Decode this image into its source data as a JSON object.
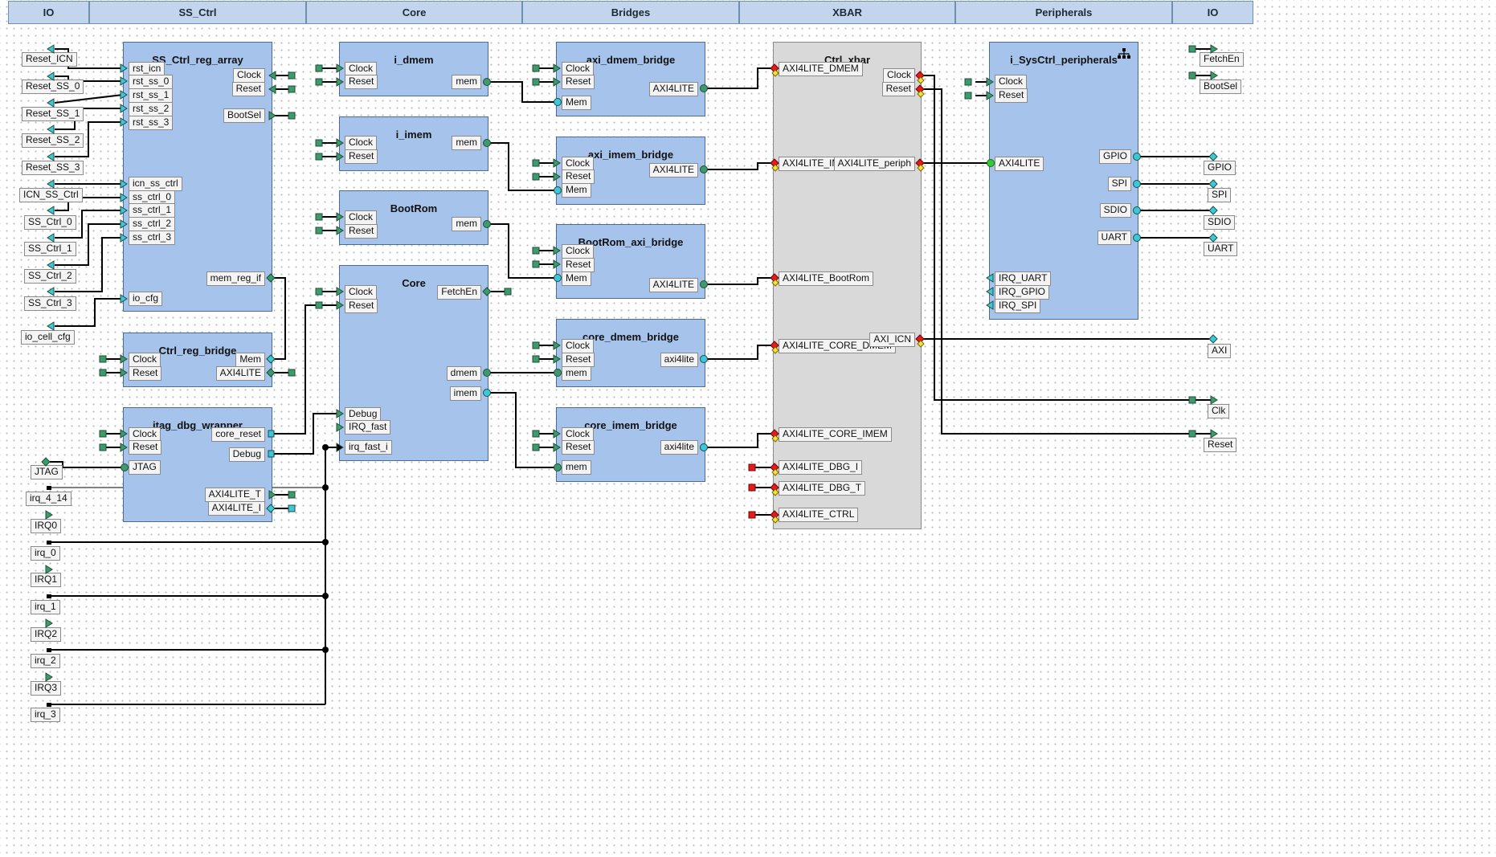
{
  "header": {
    "columns": [
      "IO",
      "SS_Ctrl",
      "Core",
      "Bridges",
      "XBAR",
      "Peripherals",
      "IO"
    ]
  },
  "blocks": {
    "ss_ctrl_reg_array": {
      "title": "SS_Ctrl_reg_array",
      "ports": [
        "rst_icn",
        "rst_ss_0",
        "rst_ss_1",
        "rst_ss_2",
        "rst_ss_3",
        "icn_ss_ctrl",
        "ss_ctrl_0",
        "ss_ctrl_1",
        "ss_ctrl_2",
        "ss_ctrl_3",
        "io_cfg",
        "Clock",
        "Reset",
        "BootSel",
        "mem_reg_if"
      ]
    },
    "ctrl_reg_bridge": {
      "title": "Ctrl_reg_bridge",
      "ports": [
        "Clock",
        "Reset",
        "Mem",
        "AXI4LITE"
      ]
    },
    "jtag_dbg_wrapper": {
      "title": "jtag_dbg_wrapper",
      "ports": [
        "Clock",
        "Reset",
        "JTAG",
        "core_reset",
        "Debug",
        "AXI4LITE_T",
        "AXI4LITE_I"
      ]
    },
    "i_dmem": {
      "title": "i_dmem",
      "ports": [
        "Clock",
        "Reset",
        "mem"
      ]
    },
    "i_imem": {
      "title": "i_imem",
      "ports": [
        "Clock",
        "Reset",
        "mem"
      ]
    },
    "bootrom": {
      "title": "BootRom",
      "ports": [
        "Clock",
        "Reset",
        "mem"
      ]
    },
    "core": {
      "title": "Core",
      "ports": [
        "Clock",
        "Reset",
        "Debug",
        "IRQ_fast",
        "irq_fast_i",
        "FetchEn",
        "dmem",
        "imem"
      ]
    },
    "axi_dmem_bridge": {
      "title": "axi_dmem_bridge",
      "ports": [
        "Clock",
        "Reset",
        "Mem",
        "AXI4LITE"
      ]
    },
    "axi_imem_bridge": {
      "title": "axi_imem_bridge",
      "ports": [
        "Clock",
        "Reset",
        "Mem",
        "AXI4LITE"
      ]
    },
    "bootrom_axi_bridge": {
      "title": "BootRom_axi_bridge",
      "ports": [
        "Clock",
        "Reset",
        "Mem",
        "AXI4LITE"
      ]
    },
    "core_dmem_bridge": {
      "title": "core_dmem_bridge",
      "ports": [
        "Clock",
        "Reset",
        "mem",
        "axi4lite"
      ]
    },
    "core_imem_bridge": {
      "title": "core_imem_bridge",
      "ports": [
        "Clock",
        "Reset",
        "mem",
        "axi4lite"
      ]
    },
    "ctrl_xbar": {
      "title": "Ctrl_xbar",
      "ports": [
        "AXI4LITE_DMEM",
        "AXI4LITE_IMEM",
        "AXI4LITE_BootRom",
        "AXI4LITE_CORE_DMEM",
        "AXI4LITE_CORE_IMEM",
        "AXI4LITE_DBG_I",
        "AXI4LITE_DBG_T",
        "AXI4LITE_CTRL",
        "Clock",
        "Reset",
        "AXI4LITE_periph",
        "AXI_ICN"
      ]
    },
    "i_sysctrl_peripherals": {
      "title": "i_SysCtrl_peripherals",
      "ports": [
        "Clock",
        "Reset",
        "AXI4LITE",
        "IRQ_UART",
        "IRQ_GPIO",
        "IRQ_SPI",
        "GPIO",
        "SPI",
        "SDIO",
        "UART"
      ]
    }
  },
  "io_left": [
    "Reset_ICN",
    "Reset_SS_0",
    "Reset_SS_1",
    "Reset_SS_2",
    "Reset_SS_3",
    "ICN_SS_Ctrl",
    "SS_Ctrl_0",
    "SS_Ctrl_1",
    "SS_Ctrl_2",
    "SS_Ctrl_3",
    "io_cell_cfg",
    "JTAG",
    "irq_4_14",
    "IRQ0",
    "irq_0",
    "IRQ1",
    "irq_1",
    "IRQ2",
    "irq_2",
    "IRQ3",
    "irq_3"
  ],
  "io_right": [
    "FetchEn",
    "BootSel",
    "GPIO",
    "SPI",
    "SDIO",
    "UART",
    "AXI",
    "Clk",
    "Reset"
  ],
  "colors": {
    "block_fill": "#a6c3ec",
    "xbar_fill": "#d9d9d9",
    "port_green": "#3c9a6c",
    "port_cyan": "#3cc8dc",
    "port_red": "#e01c1c",
    "port_yellow": "#f2e23a",
    "port_lime": "#33cc33"
  },
  "icons": {
    "hierarchy": "hierarchy-icon"
  }
}
